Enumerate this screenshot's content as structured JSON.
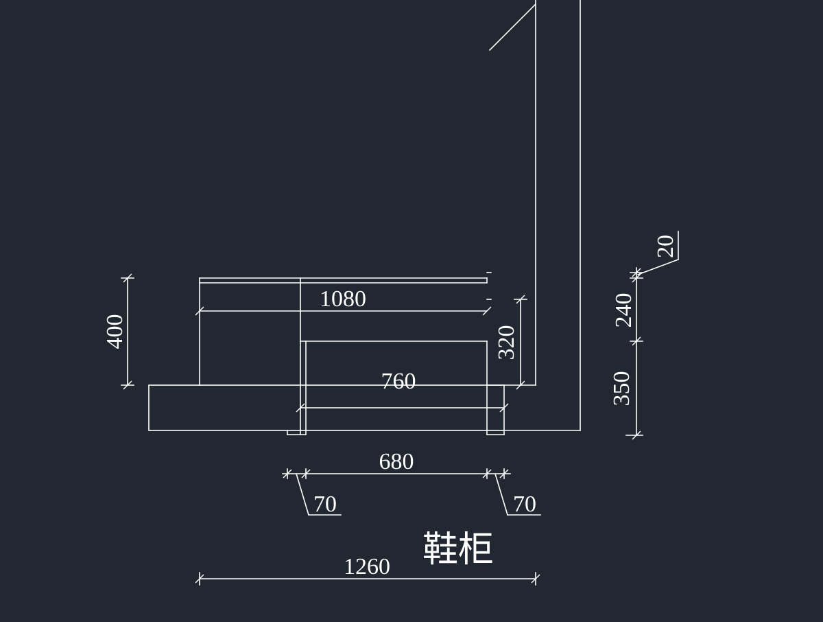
{
  "title": "鞋柜",
  "dimensions": {
    "top_width": "1080",
    "inner_width": "760",
    "bottom_inner": "680",
    "left_leg": "70",
    "right_leg": "70",
    "total_width": "1260",
    "left_height": "400",
    "mid_height": "320",
    "right_top_thin": "20",
    "right_upper": "240",
    "right_lower": "350"
  },
  "colors": {
    "background": "#222831",
    "line": "#ffffff"
  }
}
